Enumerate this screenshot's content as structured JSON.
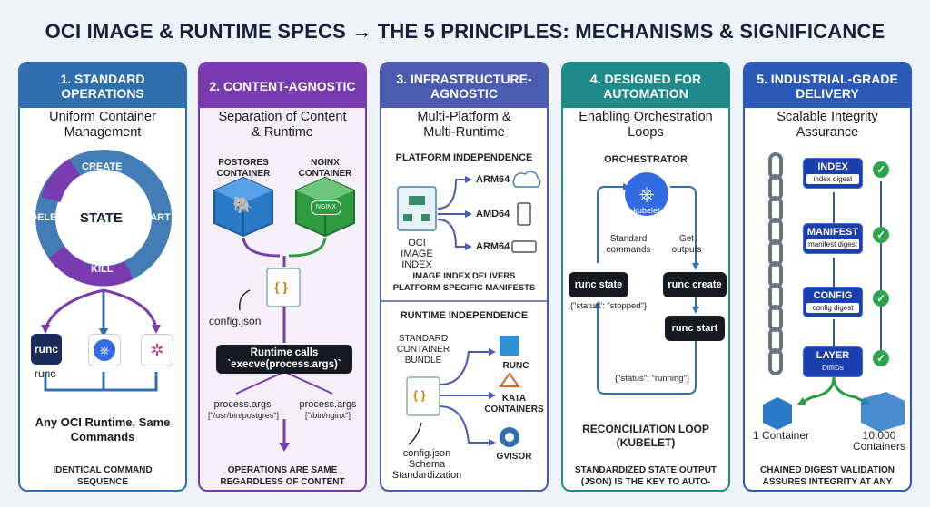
{
  "title": "OCI IMAGE & RUNTIME SPECS → THE 5 PRINCIPLES: MECHANISMS & SIGNIFICANCE",
  "colors": {
    "p1": "#2f6fae",
    "p2": "#7b3bb0",
    "p3": "#4a5bb0",
    "p4": "#1f8a8a",
    "p5": "#2d59b6"
  },
  "p1": {
    "header": "1. STANDARD OPERATIONS",
    "subtitle": "Uniform Container Management",
    "state": "STATE",
    "create": "CREATE",
    "start": "START",
    "kill": "KILL",
    "delete": "DELETE",
    "runc": "runc",
    "runc_label": "runc",
    "caption": "Any OCI Runtime, Same Commands",
    "footer": "IDENTICAL COMMAND SEQUENCE"
  },
  "p2": {
    "header": "2. CONTENT-AGNOSTIC",
    "subtitle": "Separation of Content & Runtime",
    "pg_label": "POSTGRES CONTAINER",
    "ng_label": "NGINX CONTAINER",
    "ng_badge": "NGINX",
    "config": "config.json",
    "runtime_calls": "Runtime calls",
    "execve": "`execve(process.args)`",
    "args_left_label": "process.args",
    "args_left_value": "[\"/usr/bin/postgres\"]",
    "args_right_label": "process.args",
    "args_right_value": "[\"/bin/nginx\"]",
    "footer": "OPERATIONS ARE SAME REGARDLESS OF CONTENT"
  },
  "p3": {
    "header": "3. INFRASTRUCTURE-AGNOSTIC",
    "subtitle": "Multi-Platform & Multi-Runtime",
    "platform_title": "PLATFORM INDEPENDENCE",
    "arches": [
      "ARM64",
      "AMD64",
      "ARM64"
    ],
    "index_label": "OCI IMAGE INDEX",
    "platform_caption": "IMAGE INDEX DELIVERS PLATFORM-SPECIFIC MANIFESTS",
    "runtime_title": "RUNTIME INDEPENDENCE",
    "bundle_label": "STANDARD CONTAINER BUNDLE",
    "runtimes": [
      "RUNC",
      "KATA CONTAINERS",
      "GVISOR"
    ],
    "schema_label": "config.json Schema Standardization"
  },
  "p4": {
    "header": "4. DESIGNED FOR AUTOMATION",
    "subtitle": "Enabling Orchestration Loops",
    "orchestrator": "ORCHESTRATOR",
    "kubelet": "kubelet",
    "std_commands": "Standard commands",
    "get_outputs": "Get outputs",
    "runc_state": "runc state",
    "runc_create": "runc create",
    "runc_start": "runc start",
    "status_stopped": "{\"status\": \"stopped\"}",
    "status_running": "{\"status\": \"running\"}",
    "loop_label": "RECONCILIATION LOOP (KUBELET)",
    "footer": "STANDARDIZED STATE OUTPUT (JSON) IS THE KEY TO AUTO-LOOPS"
  },
  "p5": {
    "header": "5. INDUSTRIAL-GRADE DELIVERY",
    "subtitle": "Scalable Integrity Assurance",
    "nodes": [
      {
        "title": "INDEX",
        "digest": "index digest"
      },
      {
        "title": "MANIFEST",
        "digest": "manifest digest"
      },
      {
        "title": "CONFIG",
        "digest": "config digest"
      },
      {
        "title": "LAYER",
        "digest": "DiffIDs"
      }
    ],
    "one": "1 Container",
    "many": "10,000 Containers",
    "footer": "CHAINED DIGEST VALIDATION ASSURES INTEGRITY AT ANY SCALE"
  }
}
